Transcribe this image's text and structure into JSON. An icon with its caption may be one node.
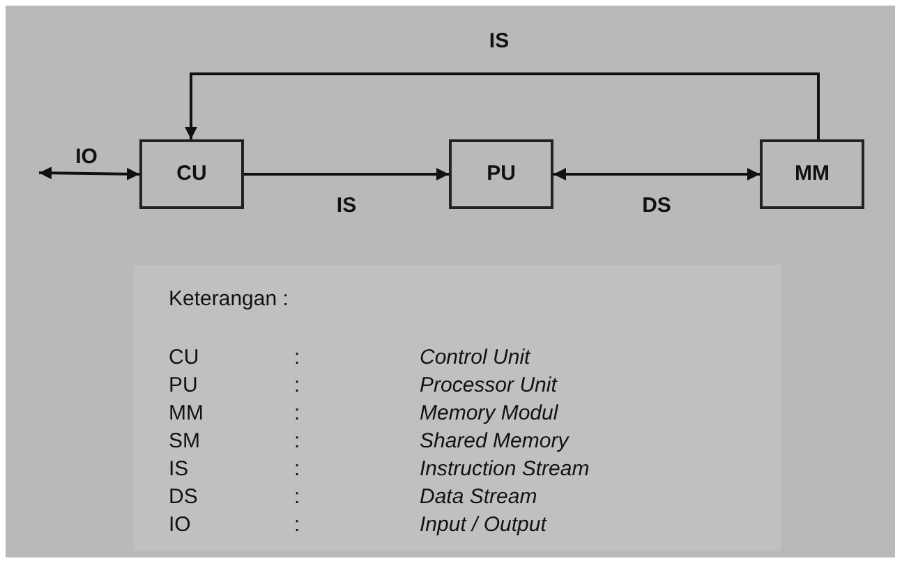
{
  "diagram": {
    "nodes": [
      {
        "text": [
          "CU"
        ]
      },
      {
        "text": [
          "PU"
        ]
      },
      {
        "text": [
          "MM"
        ]
      }
    ],
    "edges": [
      {
        "from": null,
        "to": 0,
        "arrow": "both",
        "label": "IO"
      },
      {
        "from": 0,
        "to": 1,
        "arrow": "to",
        "label": "IS"
      },
      {
        "from": 1,
        "to": 2,
        "arrow": "both",
        "label": "DS"
      },
      {
        "from": 2,
        "to": 0,
        "arrow": "to",
        "label": "IS"
      }
    ],
    "labels": [
      "Keterangan :",
      "CU",
      ":",
      "Control Unit",
      "PU",
      ":",
      "Processor Unit",
      "MM",
      ":",
      "Memory Modul",
      "SM",
      ":",
      "Shared Memory",
      "IS",
      ":",
      "Instruction Stream",
      "DS",
      ":",
      "Data Stream",
      "IO",
      ":",
      "Input / Output"
    ]
  }
}
